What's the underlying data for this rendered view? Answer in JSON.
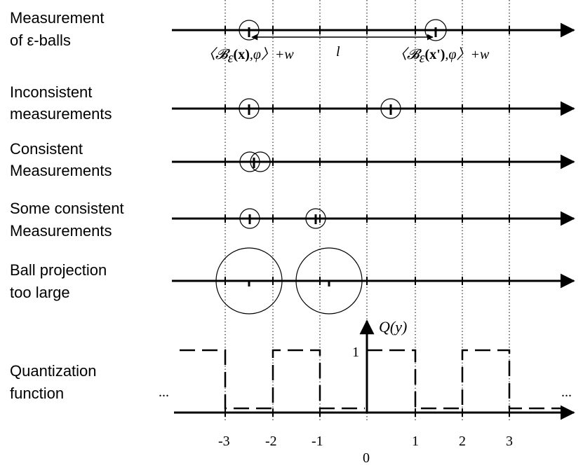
{
  "rows": [
    {
      "label_lines": [
        "Measurement",
        "of ε-balls"
      ]
    },
    {
      "label_lines": [
        "Inconsistent",
        "measurements"
      ]
    },
    {
      "label_lines": [
        "Consistent",
        "Measurements"
      ]
    },
    {
      "label_lines": [
        "Some consistent",
        "Measurements"
      ]
    },
    {
      "label_lines": [
        "Ball projection",
        "too large"
      ]
    },
    {
      "label_lines": [
        "Quantization",
        "function"
      ]
    }
  ],
  "annotations": {
    "left_ball_formula": {
      "open": "〈",
      "script": "𝓑",
      "sub": "ε",
      "arg": "(x)",
      "rest": ",φ〉+w"
    },
    "right_ball_formula": {
      "open": "〈",
      "script": "𝓑",
      "sub": "ε",
      "arg": "(x')",
      "rest": ",φ〉+w"
    },
    "distance_label": "l",
    "ellipsis_left": "...",
    "ellipsis_right": "..."
  },
  "quantization": {
    "axis_label": "Q(y)",
    "level_label": "1",
    "x_ticks": [
      "-3",
      "-2",
      "-1",
      "1",
      "2",
      "3"
    ],
    "origin_label": "0",
    "x_tick_values": [
      -3,
      -2,
      -1,
      1,
      2,
      3
    ]
  }
}
